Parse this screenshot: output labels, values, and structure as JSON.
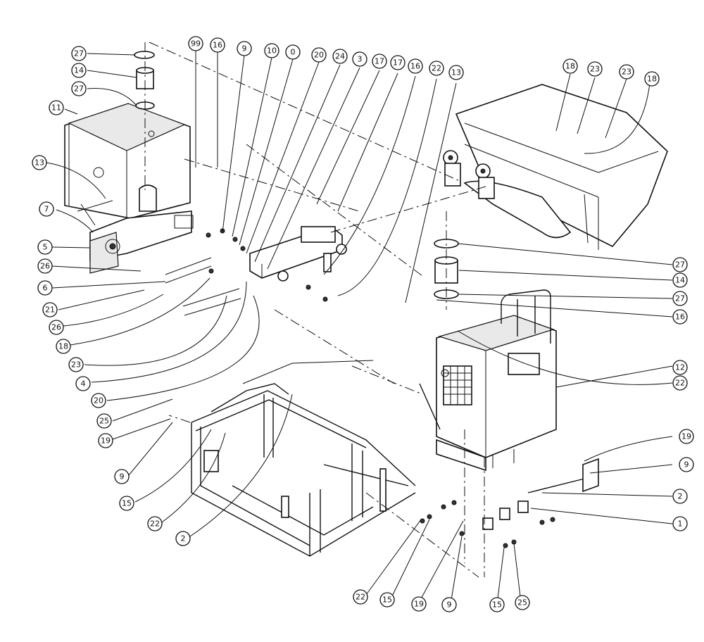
{
  "callouts": [
    {
      "id": "c27a",
      "label": "27"
    },
    {
      "id": "c14a",
      "label": "14"
    },
    {
      "id": "c27b",
      "label": "27"
    },
    {
      "id": "c11",
      "label": "11"
    },
    {
      "id": "c13a",
      "label": "13"
    },
    {
      "id": "c7",
      "label": "7"
    },
    {
      "id": "c5",
      "label": "5"
    },
    {
      "id": "c26a",
      "label": "26"
    },
    {
      "id": "c6",
      "label": "6"
    },
    {
      "id": "c21",
      "label": "21"
    },
    {
      "id": "c26b",
      "label": "26"
    },
    {
      "id": "c18a",
      "label": "18"
    },
    {
      "id": "c23a",
      "label": "23"
    },
    {
      "id": "c4",
      "label": "4"
    },
    {
      "id": "c20a",
      "label": "20"
    },
    {
      "id": "c25a",
      "label": "25"
    },
    {
      "id": "c19a",
      "label": "19"
    },
    {
      "id": "c9a",
      "label": "9"
    },
    {
      "id": "c15a",
      "label": "15"
    },
    {
      "id": "c22a",
      "label": "22"
    },
    {
      "id": "c2a",
      "label": "2"
    },
    {
      "id": "c99",
      "label": "99"
    },
    {
      "id": "c16a",
      "label": "16"
    },
    {
      "id": "c9b",
      "label": "9"
    },
    {
      "id": "c10",
      "label": "10"
    },
    {
      "id": "c0",
      "label": "0"
    },
    {
      "id": "c20b",
      "label": "20"
    },
    {
      "id": "c24",
      "label": "24"
    },
    {
      "id": "c3",
      "label": "3"
    },
    {
      "id": "c17a",
      "label": "17"
    },
    {
      "id": "c17b",
      "label": "17"
    },
    {
      "id": "c16b",
      "label": "16"
    },
    {
      "id": "c22b",
      "label": "22"
    },
    {
      "id": "c13b",
      "label": "13"
    },
    {
      "id": "c18b",
      "label": "18"
    },
    {
      "id": "c23b",
      "label": "23"
    },
    {
      "id": "c23c",
      "label": "23"
    },
    {
      "id": "c18c",
      "label": "18"
    },
    {
      "id": "c27c",
      "label": "27"
    },
    {
      "id": "c14b",
      "label": "14"
    },
    {
      "id": "c27d",
      "label": "27"
    },
    {
      "id": "c16c",
      "label": "16"
    },
    {
      "id": "c12",
      "label": "12"
    },
    {
      "id": "c22c",
      "label": "22"
    },
    {
      "id": "c19b",
      "label": "19"
    },
    {
      "id": "c9c",
      "label": "9"
    },
    {
      "id": "c2b",
      "label": "2"
    },
    {
      "id": "c1",
      "label": "1"
    },
    {
      "id": "c22d",
      "label": "22"
    },
    {
      "id": "c15b",
      "label": "15"
    },
    {
      "id": "c19c",
      "label": "19"
    },
    {
      "id": "c9d",
      "label": "9"
    },
    {
      "id": "c15c",
      "label": "15"
    },
    {
      "id": "c25b",
      "label": "25"
    }
  ]
}
